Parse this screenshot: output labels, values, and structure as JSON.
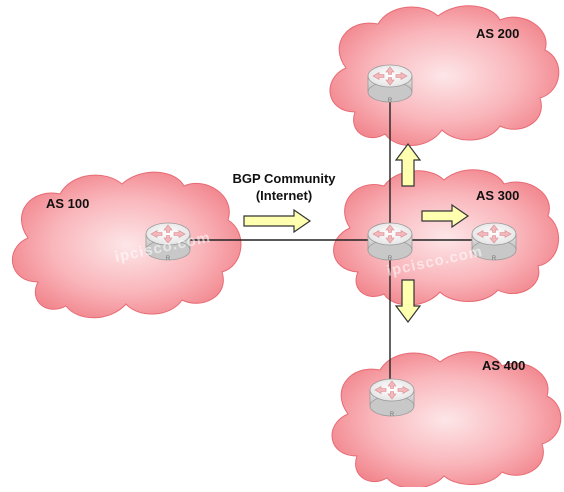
{
  "diagram": {
    "caption_line1": "BGP Community",
    "caption_line2": "(Internet)",
    "watermark_left": "ipcisco.com",
    "watermark_right": "ipcisco.com",
    "router_badge": "R",
    "as_labels": {
      "as100": "AS 100",
      "as200": "AS 200",
      "as300": "AS 300",
      "as400": "AS 400"
    }
  },
  "colors": {
    "cloud_fill": "#f58a90",
    "cloud_highlight": "#fce0e2",
    "arrow_fill": "#ffffb0",
    "arrow_stroke": "#333333",
    "link": "#222222"
  },
  "icons": {
    "router": "router-icon",
    "cloud": "cloud-shape",
    "arrow": "arrow-icon"
  }
}
